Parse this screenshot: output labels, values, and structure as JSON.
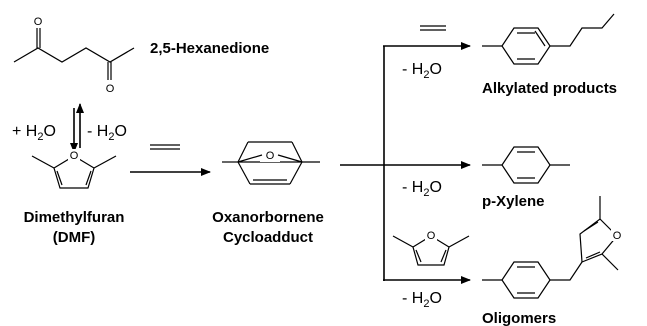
{
  "compounds": {
    "hexanedione": "2,5-Hexanedione",
    "dmf_name": "Dimethylfuran",
    "dmf_abbrev": "(DMF)",
    "oxanorbornene_line1": "Oxanorbornene",
    "oxanorbornene_line2": "Cycloadduct",
    "alkylated": "Alkylated products",
    "pxylene": "p-Xylene",
    "oligomers": "Oligomers"
  },
  "conditions": {
    "plus_water_prefix": "+ H",
    "minus_water_prefix": "- H",
    "water_subscript": "2",
    "water_suffix": "O"
  },
  "atoms": {
    "oxygen": "O"
  }
}
